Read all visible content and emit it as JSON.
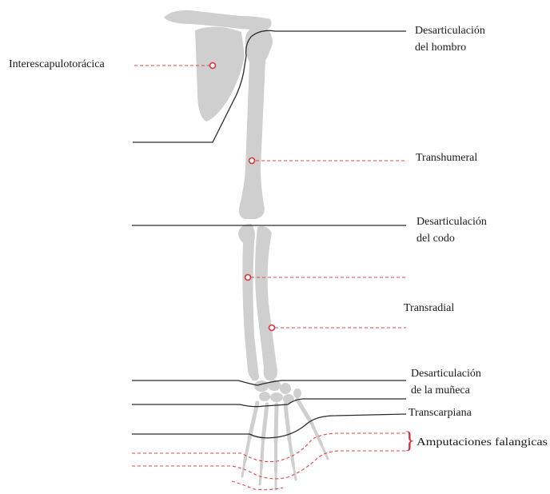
{
  "labels": {
    "shoulder_line1": "Desarticulación",
    "shoulder_line2": "del hombro",
    "interscapulothoracic": "Interescapulotorácica",
    "transhumeral": "Transhumeral",
    "elbow_line1": "Desarticulación",
    "elbow_line2": "del codo",
    "transradial": "Transradial",
    "wrist_line1": "Desarticulación",
    "wrist_line2": "de la muñeca",
    "transcarpal": "Transcarpiana",
    "phalangeal": "Amputaciones falangicas"
  },
  "colors": {
    "bone": "#cfcfcf",
    "line": "#2a2a2a",
    "marker": "#d8323a",
    "dashed": "#e0454a"
  }
}
